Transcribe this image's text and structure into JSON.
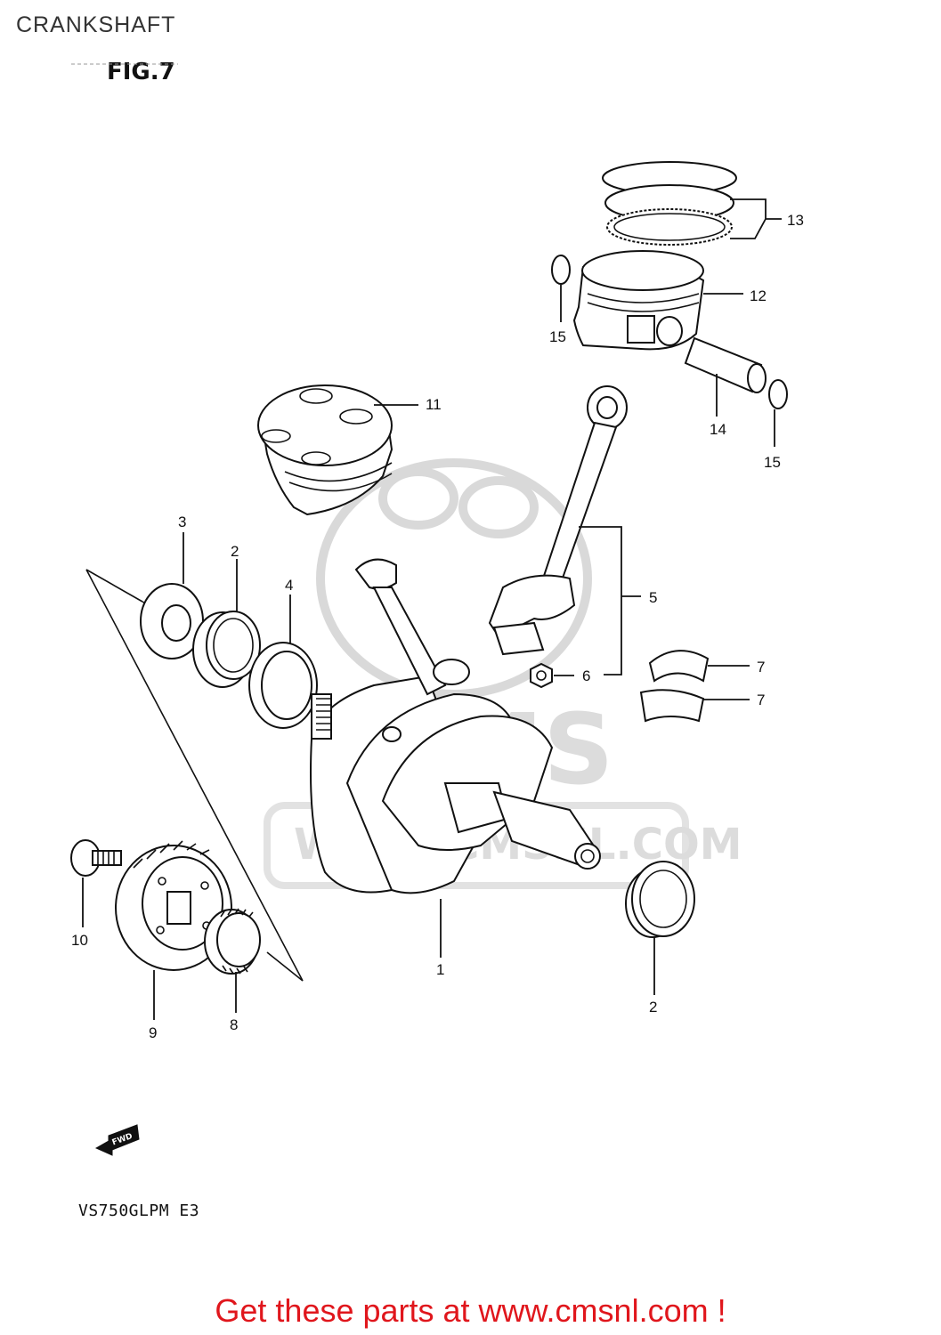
{
  "page": {
    "title": "CRANKSHAFT",
    "figure_label": "FIG.7",
    "model_code": "VS750GLPM E3",
    "fwd_label": "FWD",
    "cta": "Get these parts at www.cmsnl.com !"
  },
  "watermark": {
    "logo_text": "CMS",
    "url_text": "WWW.CMSNL.COM"
  },
  "callouts": {
    "c1": "1",
    "c2a": "2",
    "c2b": "2",
    "c3": "3",
    "c4": "4",
    "c5": "5",
    "c6": "6",
    "c7a": "7",
    "c7b": "7",
    "c8": "8",
    "c9": "9",
    "c10": "10",
    "c11": "11",
    "c12": "12",
    "c13": "13",
    "c14": "14",
    "c15a": "15",
    "c15b": "15"
  },
  "colors": {
    "cta": "#e0161c",
    "line": "#111111",
    "watermark": "#d9d9d9"
  }
}
